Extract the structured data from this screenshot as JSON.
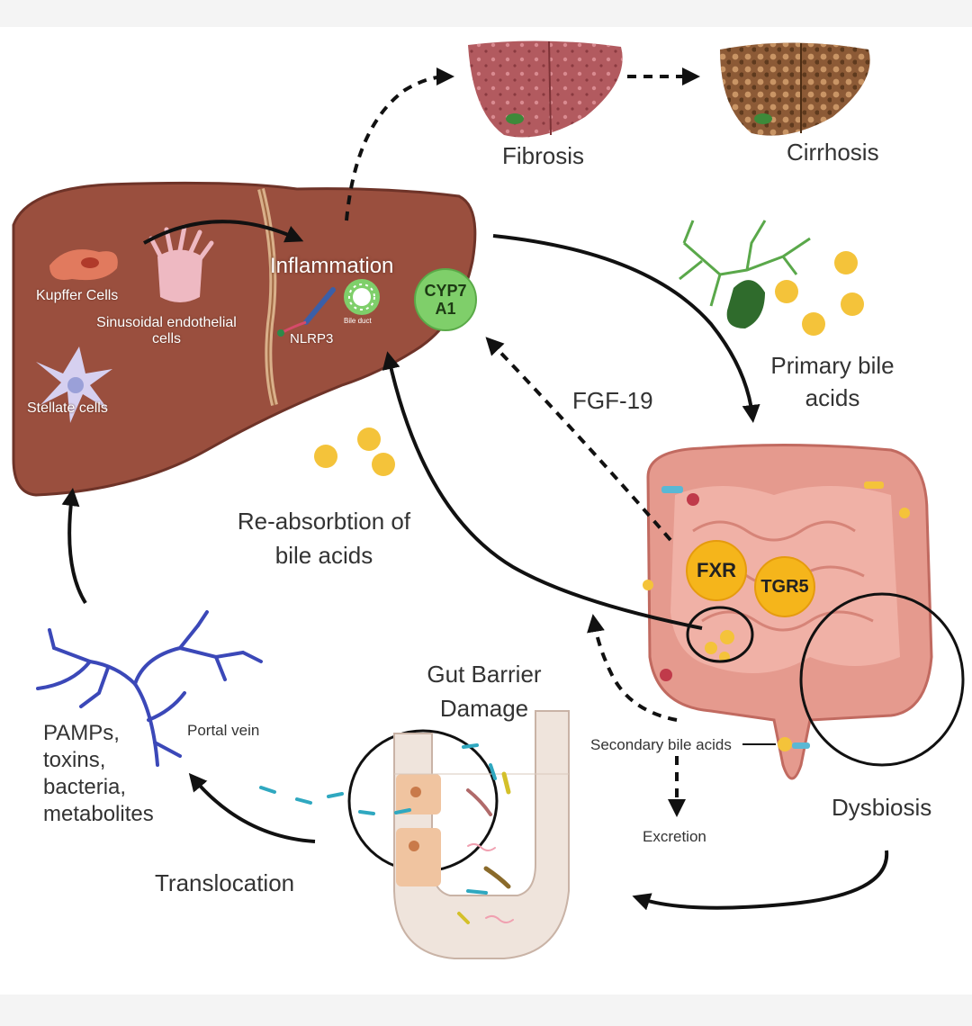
{
  "labels": {
    "fibrosis": "Fibrosis",
    "cirrhosis": "Cirrhosis",
    "inflammation": "Inflammation",
    "kupffer": "Kupffer Cells",
    "sinusoidal_1": "Sinusoidal endothelial",
    "sinusoidal_2": "cells",
    "stellate": "Stellate cells",
    "nlrp3": "NLRP3",
    "bile_duct": "Bile duct",
    "cyp7_1": "CYP7",
    "cyp7_2": "A1",
    "primary_1": "Primary bile",
    "primary_2": "acids",
    "fgf19": "FGF-19",
    "reabs_1": "Re-absorbtion of",
    "reabs_2": "bile acids",
    "fxr": "FXR",
    "tgr5": "TGR5",
    "gut_barrier_1": "Gut Barrier",
    "gut_barrier_2": "Damage",
    "secondary": "Secondary bile acids",
    "excretion": "Excretion",
    "dysbiosis": "Dysbiosis",
    "translocation": "Translocation",
    "portal_vein": "Portal vein",
    "pamps_1": "PAMPs,",
    "pamps_2": "toxins,",
    "pamps_3": "bacteria,",
    "pamps_4": "metabolites"
  },
  "colors": {
    "liver": "#9a4f3e",
    "liver_dark": "#6e3328",
    "fibrosis_liver": "#b25a5f",
    "cirrhosis_liver": "#8c5a36",
    "intestine": "#e59a8e",
    "bile_acid": "#f4c33a",
    "vein": "#3b48b8",
    "gallbladder": "#3d8a3a",
    "villi": "#efe4dc"
  }
}
